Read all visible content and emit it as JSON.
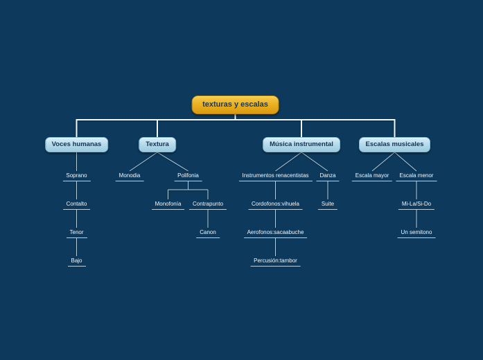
{
  "app": {
    "background_color": "#0d3a5c",
    "connector_color_main": "#f2f7fa",
    "connector_color_sub": "#b7cedd",
    "root_node_fill_top": "#f6cb4c",
    "root_node_fill_bottom": "#db990f",
    "root_node_border": "#b5840e",
    "branch_node_fill_top": "#d8eef8",
    "branch_node_fill_bottom": "#9bcade",
    "branch_node_border": "#86b9d4",
    "node_text_color": "#14324f",
    "leaf_text_color": "#f4f8fb"
  },
  "root": {
    "label": "texturas y escalas"
  },
  "branches": [
    {
      "label": "Voces humanas",
      "children": [
        {
          "label": "Soprano",
          "children": [
            {
              "label": "Contalto",
              "children": [
                {
                  "label": "Tenor",
                  "children": [
                    {
                      "label": "Bajo"
                    }
                  ]
                }
              ]
            }
          ]
        }
      ]
    },
    {
      "label": "Textura",
      "children": [
        {
          "label": "Monodia"
        },
        {
          "label": "Polifonia",
          "children": [
            {
              "label": "Monofonía"
            },
            {
              "label": "Contrapunto",
              "children": [
                {
                  "label": "Canon"
                }
              ]
            }
          ]
        }
      ]
    },
    {
      "label": "Música instrumental",
      "children": [
        {
          "label": "Instrumentos renacentistas",
          "children": [
            {
              "label": "Cordofonos:vihuela",
              "children": [
                {
                  "label": "Aerofonos:sacaabuche",
                  "children": [
                    {
                      "label": "Percusión:tambor"
                    }
                  ]
                }
              ]
            }
          ]
        },
        {
          "label": "Danza",
          "children": [
            {
              "label": "Suite"
            }
          ]
        }
      ]
    },
    {
      "label": "Escalas musicales",
      "children": [
        {
          "label": "Escala mayor"
        },
        {
          "label": "Escala menor",
          "children": [
            {
              "label": "Mi-La/Si-Do",
              "children": [
                {
                  "label": "Un semitono"
                }
              ]
            }
          ]
        }
      ]
    }
  ]
}
